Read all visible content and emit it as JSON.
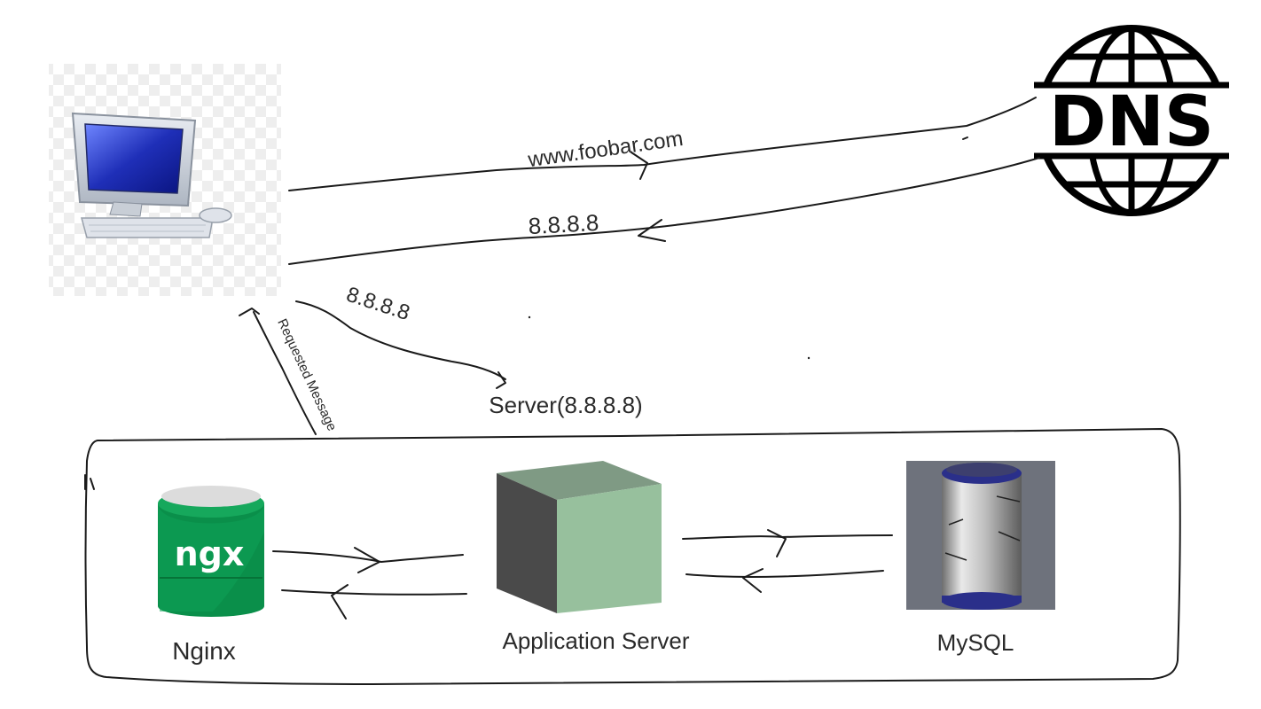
{
  "nodes": {
    "dns": {
      "label": "DNS"
    },
    "nginx": {
      "label": "Nginx",
      "logo_text": "ngx"
    },
    "app_server": {
      "label": "Application Server"
    },
    "mysql": {
      "label": "MySQL"
    },
    "server": {
      "label": "Server(8.8.8.8)"
    }
  },
  "edges": {
    "request_domain": {
      "label": "www.foobar.com"
    },
    "dns_reply": {
      "label": "8.8.8.8"
    },
    "to_server": {
      "label": "8.8.8.8"
    },
    "requested_message": {
      "label": "Requested Message"
    }
  },
  "colors": {
    "monitor_screen": "#1f2fb8",
    "nginx_green": "#0a8f4a",
    "app_cube_front": "#97c09d",
    "app_cube_top": "#7f9a84",
    "app_cube_side": "#4a4a4a",
    "mysql_background": "#6e727c",
    "mysql_cap": "#2a2f8a"
  }
}
